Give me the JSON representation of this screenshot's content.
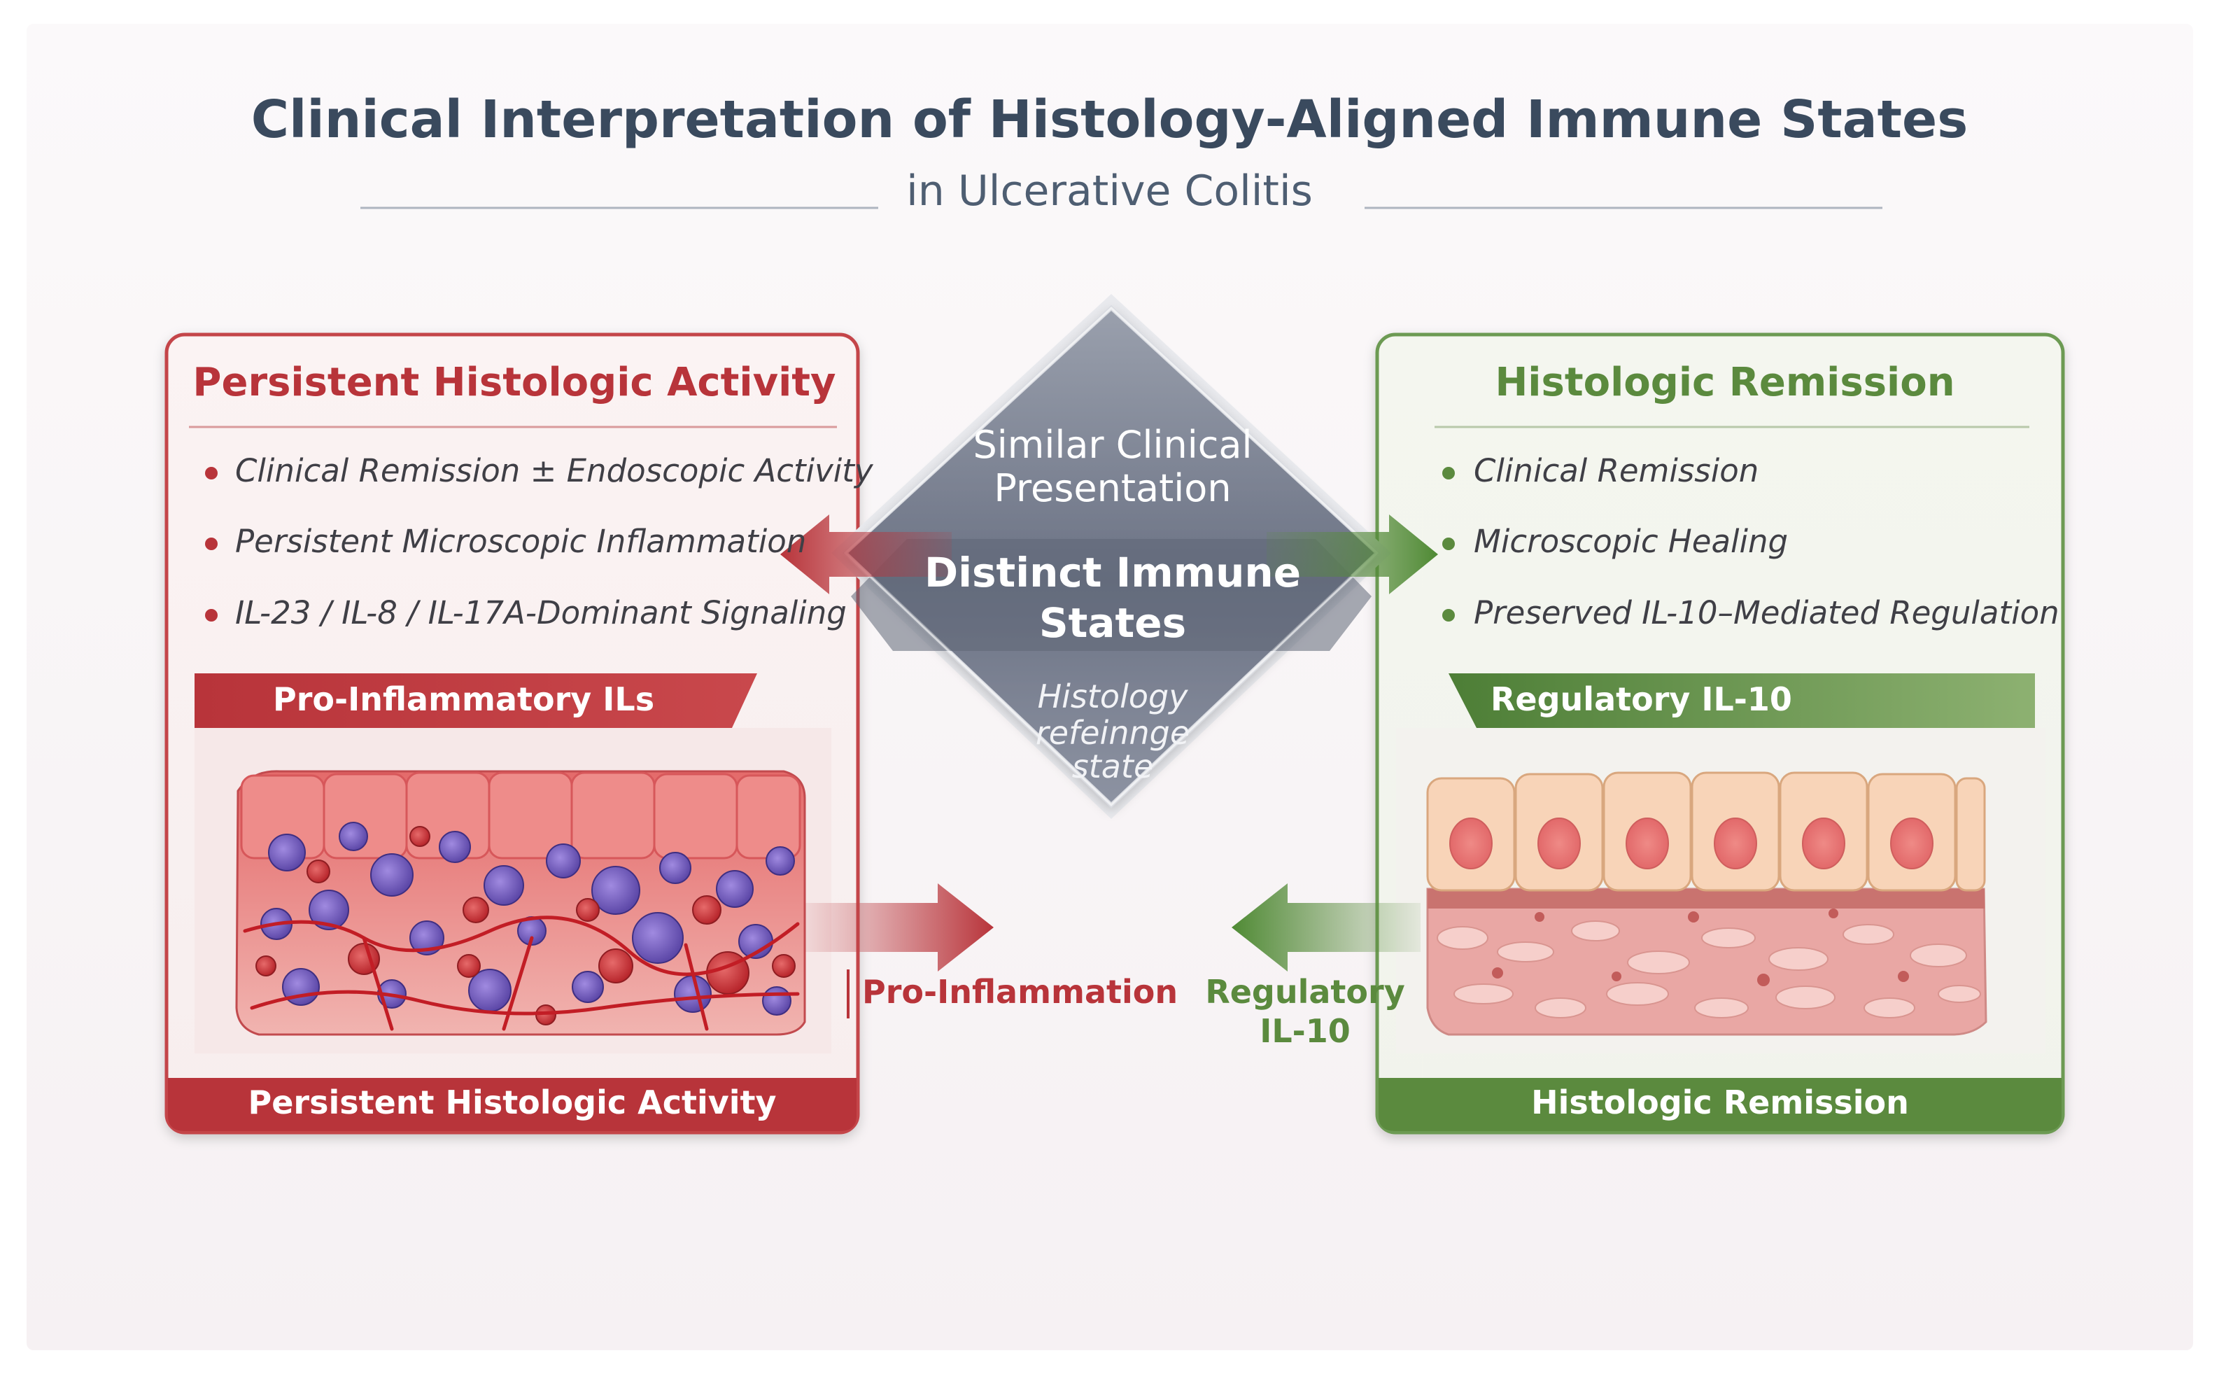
{
  "header": {
    "title": "Clinical Interpretation of Histology-Aligned Immune States",
    "subtitle": "in Ulcerative Colitis"
  },
  "left_panel": {
    "title": "Persistent Histologic Activity",
    "bullets": [
      "Clinical Remission ± Endoscopic Activity",
      "Persistent Microscopic Inflammation",
      "IL-23 / IL-8 / IL-17A-Dominant Signaling"
    ],
    "band_label": "Pro-Inflammatory ILs",
    "footer_label": "Persistent Histologic Activity",
    "arrow_label": "Pro-Inflammation",
    "accent_color": "#b8343a"
  },
  "right_panel": {
    "title": "Histologic Remission",
    "bullets": [
      "Clinical Remission",
      "Microscopic Healing",
      "Preserved IL-10–Mediated Regulation"
    ],
    "band_label": "Regulatory IL-10",
    "footer_label": "Histologic Remission",
    "arrow_label_lines": [
      "Regulatory",
      "IL-10"
    ],
    "accent_color": "#5b8a3e"
  },
  "center_diamond": {
    "top_lines": [
      "Similar Clinical",
      "Presentation"
    ],
    "middle_lines": [
      "Distinct Immune",
      "States"
    ],
    "bottom_lines": [
      "Histology",
      "refeinnge",
      "state"
    ],
    "color": "#6f7686"
  }
}
